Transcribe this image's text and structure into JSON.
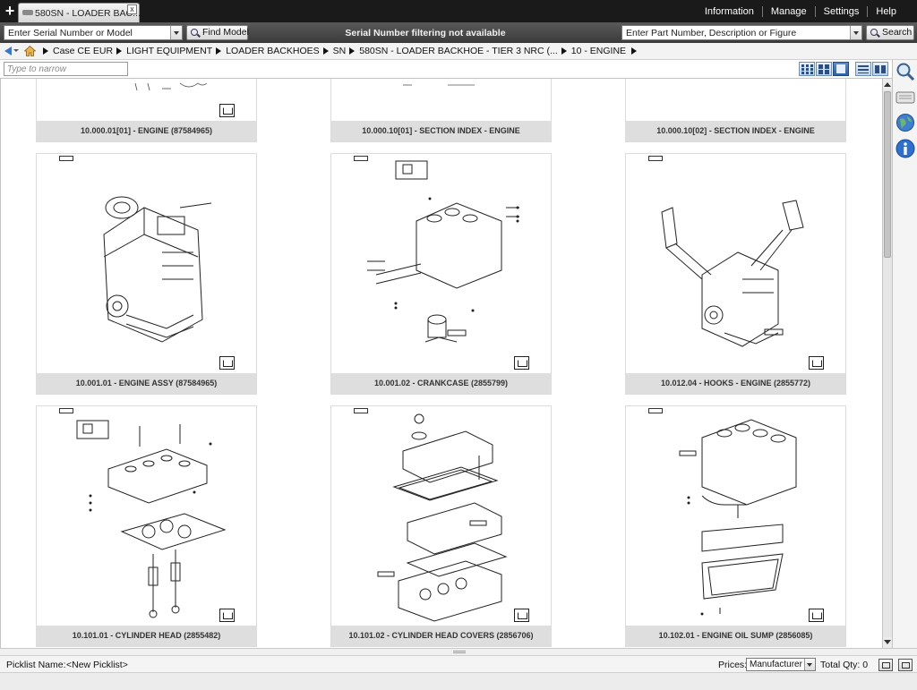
{
  "window": {
    "tab_title": "580SN - LOADER BAC...",
    "tab_close": "x",
    "new_tab": "+"
  },
  "topnav": [
    "Information",
    "Manage",
    "Settings",
    "Help"
  ],
  "toolbar": {
    "serial_placeholder": "Enter Serial Number or Model",
    "find_model_label": "Find Model",
    "serial_message": "Serial Number filtering not available",
    "part_placeholder": "Enter Part Number, Description or Figure",
    "search_label": "Search"
  },
  "breadcrumb": [
    "Case CE EUR",
    "LIGHT EQUIPMENT",
    "LOADER BACKHOES",
    "SN",
    "580SN - LOADER BACKHOE - TIER 3 NRC (...",
    "10 - ENGINE"
  ],
  "filter": {
    "narrow_placeholder": "Type to narrow"
  },
  "cards": [
    {
      "caption": "10.000.01[01] - ENGINE (87584965)"
    },
    {
      "caption": "10.000.10[01] - SECTION INDEX - ENGINE"
    },
    {
      "caption": "10.000.10[02] - SECTION INDEX - ENGINE"
    },
    {
      "caption": "10.001.01 - ENGINE ASSY (87584965)"
    },
    {
      "caption": "10.001.02 - CRANKCASE (2855799)"
    },
    {
      "caption": "10.012.04 - HOOKS - ENGINE (2855772)"
    },
    {
      "caption": "10.101.01 - CYLINDER HEAD (2855482)"
    },
    {
      "caption": "10.101.02 - CYLINDER HEAD COVERS (2856706)"
    },
    {
      "caption": "10.102.01 - ENGINE OIL SUMP (2856085)"
    }
  ],
  "picklist": {
    "label": "Picklist Name:",
    "value": "<New Picklist>",
    "prices_label": "Prices:",
    "prices_value": "Manufacturer",
    "total_qty": "Total Qty: 0"
  },
  "colors": {
    "topbar": "#1a1a1a",
    "toolbar": "#4a4a4a",
    "caption_bg": "#dedede",
    "view_active": "#2f5fa8"
  }
}
